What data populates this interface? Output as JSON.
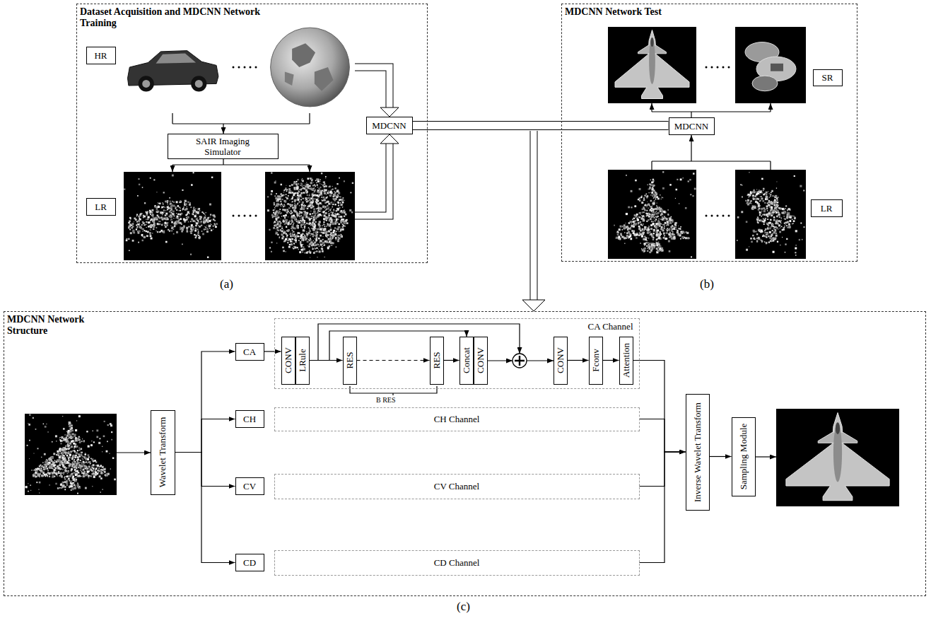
{
  "diagram": {
    "nodes": [
      {
        "text": [
          "Dataset Acquisition and MDCNN Network Training"
        ]
      },
      {
        "text": [
          "HR"
        ],
        "in": 0
      },
      {
        "text": [
          "SAIR Imaging Simulator"
        ],
        "in": 0
      },
      {
        "text": [
          "MDCNN"
        ],
        "in": 0
      },
      {
        "text": [
          "LR"
        ],
        "in": 0
      },
      {
        "text": [
          "MDCNN Network Test"
        ]
      },
      {
        "text": [
          "SR"
        ],
        "in": 5
      },
      {
        "text": [
          "MDCNN"
        ],
        "in": 5
      },
      {
        "text": [
          "LR"
        ],
        "in": 5
      },
      {
        "text": [
          "MDCNN Network Structure"
        ]
      },
      {
        "text": [
          "Wavelet Transform"
        ],
        "in": 9
      },
      {
        "text": [
          "CA"
        ],
        "in": 9
      },
      {
        "text": [
          "CH"
        ],
        "in": 9
      },
      {
        "text": [
          "CV"
        ],
        "in": 9
      },
      {
        "text": [
          "CD"
        ],
        "in": 9
      },
      {
        "text": [
          "CA Channel"
        ],
        "in": 9
      },
      {
        "text": [
          "CONV"
        ],
        "in": 15
      },
      {
        "text": [
          "LRule"
        ],
        "in": 15
      },
      {
        "text": [
          "RES"
        ],
        "in": 15
      },
      {
        "text": [
          "RES"
        ],
        "in": 15
      },
      {
        "text": [
          "Concat"
        ],
        "in": 15
      },
      {
        "text": [
          "CONV"
        ],
        "in": 15
      },
      {
        "text": [
          "CONV"
        ],
        "in": 15
      },
      {
        "text": [
          "Fconv"
        ],
        "in": 15
      },
      {
        "text": [
          "Attention"
        ],
        "in": 15
      },
      {
        "text": [
          "CH Channel"
        ],
        "in": 9
      },
      {
        "text": [
          "CV Channel"
        ],
        "in": 9
      },
      {
        "text": [
          "CD Channel"
        ],
        "in": 9
      },
      {
        "text": [
          "Inverse Wavelet Transform"
        ],
        "in": 9
      },
      {
        "text": [
          "Sampling Module"
        ],
        "in": 9
      }
    ],
    "edges": [
      {
        "from": 3,
        "to": 7,
        "arrow": "none"
      },
      {
        "from": 10,
        "to": 11,
        "arrow": "to"
      },
      {
        "from": 10,
        "to": 12,
        "arrow": "to"
      },
      {
        "from": 10,
        "to": 13,
        "arrow": "to"
      },
      {
        "from": 10,
        "to": 14,
        "arrow": "to"
      },
      {
        "from": 11,
        "to": 16,
        "arrow": "to"
      },
      {
        "from": 17,
        "to": 18,
        "arrow": "to"
      },
      {
        "from": 18,
        "to": 19,
        "arrow": "to"
      },
      {
        "from": 19,
        "to": 20,
        "arrow": "to"
      },
      {
        "from": 22,
        "to": 23,
        "arrow": "to"
      },
      {
        "from": 23,
        "to": 24,
        "arrow": "to"
      },
      {
        "from": 24,
        "to": 28,
        "arrow": "to"
      },
      {
        "from": 25,
        "to": 28,
        "arrow": "to"
      },
      {
        "from": 26,
        "to": 28,
        "arrow": "to"
      },
      {
        "from": 27,
        "to": 28,
        "arrow": "to"
      },
      {
        "from": 28,
        "to": 29,
        "arrow": "to"
      }
    ],
    "labels": [
      "(a)",
      "(b)",
      "(c)",
      "B RES"
    ]
  }
}
